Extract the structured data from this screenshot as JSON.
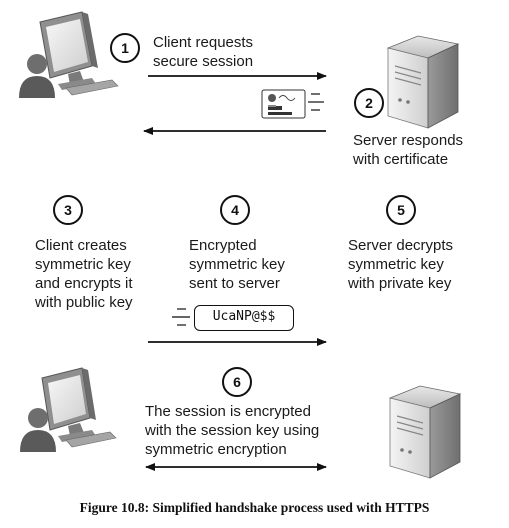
{
  "steps": [
    {
      "number": "1",
      "text": "Client requests\nsecure session"
    },
    {
      "number": "2",
      "text": "Server responds\nwith certificate"
    },
    {
      "number": "3",
      "text": "Client creates\nsymmetric key\nand encrypts it\nwith public key"
    },
    {
      "number": "4",
      "text": "Encrypted\nsymmetric key\nsent to server"
    },
    {
      "number": "5",
      "text": "Server decrypts\nsymmetric key\nwith private key"
    },
    {
      "number": "6",
      "text": "The session is encrypted\nwith the session key using\nsymmetric encryption"
    }
  ],
  "encrypted_key_text": "UcaNP@$$",
  "caption": "Figure 10.8: Simplified handshake process used with HTTPS",
  "icons": [
    "client-computer-icon",
    "server-icon",
    "certificate-icon",
    "motion-lines-icon"
  ],
  "colors": {
    "line": "#111111",
    "monitor_gray": "#8a8a8a",
    "server_gray": "#c9c9c9"
  }
}
